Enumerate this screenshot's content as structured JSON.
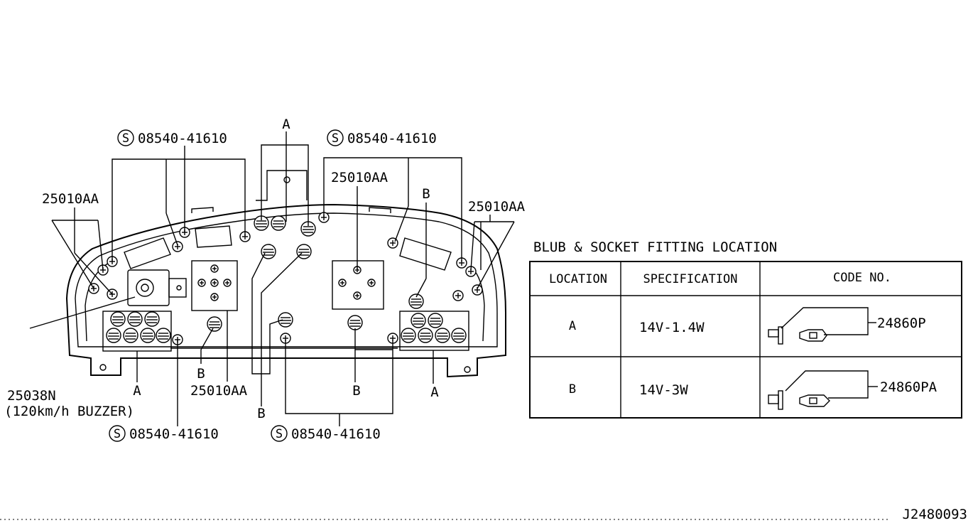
{
  "callouts": {
    "screw_top_left": "08540-41610",
    "screw_top_right": "08540-41610",
    "screw_bottom_left": "08540-41610",
    "screw_bottom_right": "08540-41610",
    "screw_symbol": "S",
    "socket_left": "25010AA",
    "socket_center": "25010AA",
    "socket_right": "25010AA",
    "socket_bottom": "25010AA",
    "buzzer_part": "25038N",
    "buzzer_desc": "(120km/h BUZZER)",
    "bulb_a": "A",
    "bulb_b": "B"
  },
  "table": {
    "title": "BLUB & SOCKET FITTING LOCATION",
    "headers": [
      "LOCATION",
      "SPECIFICATION",
      "CODE NO."
    ],
    "rows": [
      {
        "location": "A",
        "spec": "14V-1.4W",
        "code": "24860P"
      },
      {
        "location": "B",
        "spec": "14V-3W",
        "code": "24860PA"
      }
    ]
  },
  "drawing_id": "J2480093"
}
